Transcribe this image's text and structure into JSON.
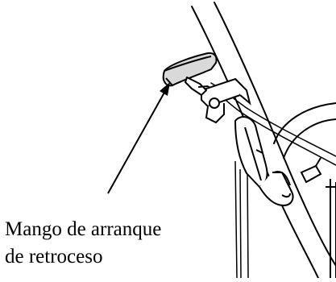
{
  "figure": {
    "part": "recoil-starter-handle"
  },
  "callout": {
    "line1": "Mango de arranque",
    "line2": "de retroceso"
  },
  "colors": {
    "ink": "#000000",
    "fill": "#ffffff",
    "handle_fill": "#d9d9d9"
  }
}
